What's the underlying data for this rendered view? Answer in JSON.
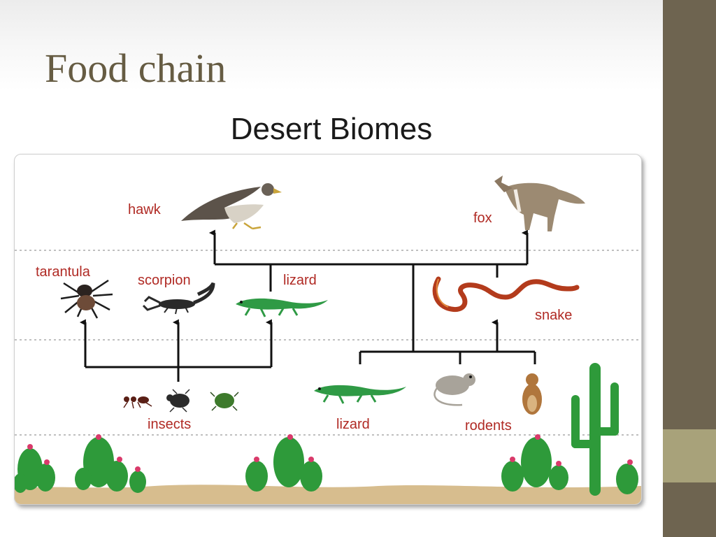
{
  "slide": {
    "title": "Food chain",
    "diagram_title": "Desert Biomes"
  },
  "organisms": {
    "hawk": "hawk",
    "fox": "fox",
    "tarantula": "tarantula",
    "scorpion": "scorpion",
    "lizard_upper": "lizard",
    "snake": "snake",
    "insects": "insects",
    "lizard_lower": "lizard",
    "rodents": "rodents"
  },
  "colors": {
    "title": "#665c43",
    "label": "#b02a24",
    "sidebar": "#6e6450",
    "sidebar_accent": "#a8a27a",
    "cactus": "#2e9a3a",
    "flower": "#d93a6a",
    "sand": "#d7bd8e"
  }
}
